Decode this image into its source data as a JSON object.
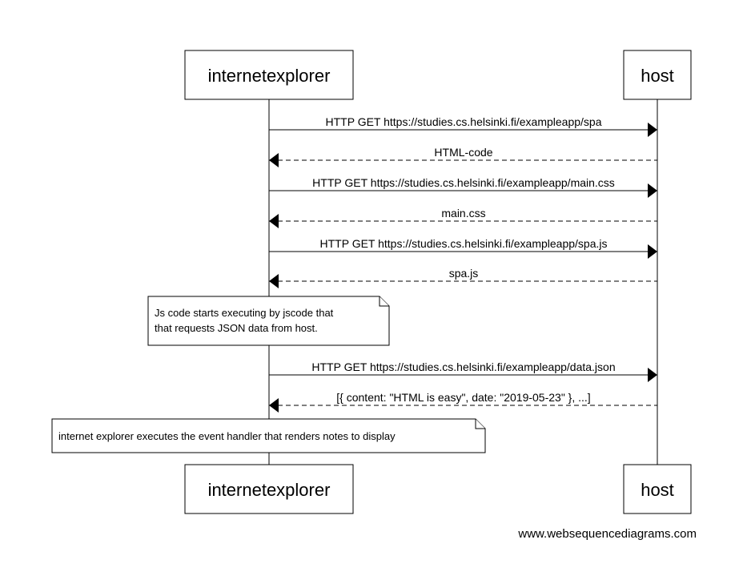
{
  "participants": {
    "client": "internetexplorer",
    "server": "host"
  },
  "messages": [
    {
      "label": "HTTP GET https://studies.cs.helsinki.fi/exampleapp/spa",
      "direction": "right",
      "style": "solid"
    },
    {
      "label": "HTML-code",
      "direction": "left",
      "style": "dashed"
    },
    {
      "label": "HTTP GET https://studies.cs.helsinki.fi/exampleapp/main.css",
      "direction": "right",
      "style": "solid"
    },
    {
      "label": "main.css",
      "direction": "left",
      "style": "dashed"
    },
    {
      "label": "HTTP GET https://studies.cs.helsinki.fi/exampleapp/spa.js",
      "direction": "right",
      "style": "solid"
    },
    {
      "label": "spa.js",
      "direction": "left",
      "style": "dashed"
    },
    {
      "label": "HTTP GET https://studies.cs.helsinki.fi/exampleapp/data.json",
      "direction": "right",
      "style": "solid"
    },
    {
      "label": "[{ content: \"HTML is easy\", date: \"2019-05-23\" }, ...]",
      "direction": "left",
      "style": "dashed"
    }
  ],
  "notes": {
    "js_note": {
      "line1": "Js code starts executing by jscode that",
      "line2": "that requests JSON data from host."
    },
    "render_note": {
      "line1": "internet explorer executes the event handler that renders notes to display"
    }
  },
  "watermark": "www.websequencediagrams.com"
}
